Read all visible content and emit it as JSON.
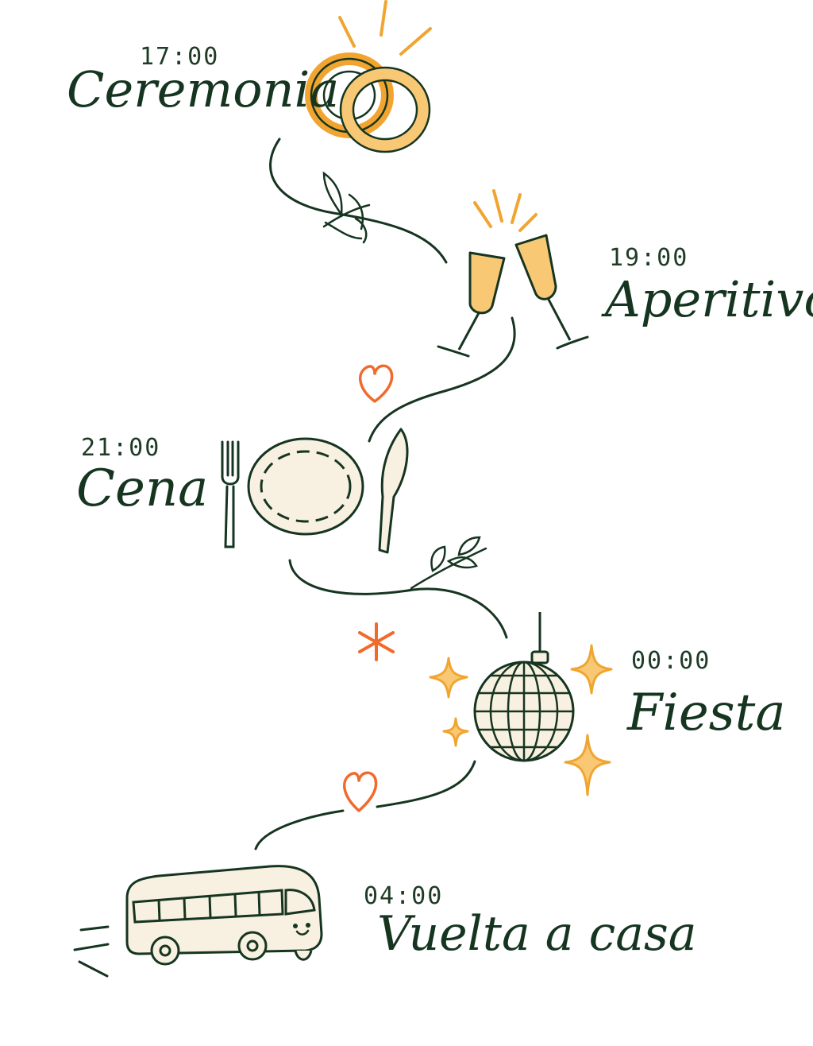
{
  "timeline": {
    "items": [
      {
        "time": "17:00",
        "event": "Ceremonia",
        "icon": "wedding-rings-icon"
      },
      {
        "time": "19:00",
        "event": "Aperitivo",
        "icon": "champagne-glasses-icon"
      },
      {
        "time": "21:00",
        "event": "Cena",
        "icon": "plate-cutlery-icon"
      },
      {
        "time": "00:00",
        "event": "Fiesta",
        "icon": "disco-ball-icon"
      },
      {
        "time": "04:00",
        "event": "Vuelta a casa",
        "icon": "bus-icon"
      }
    ]
  },
  "colors": {
    "ink": "#163520",
    "gold": "#f1a530",
    "gold_fill": "#f8c874",
    "accent": "#f26a2b",
    "cream": "#f8f0e0"
  }
}
